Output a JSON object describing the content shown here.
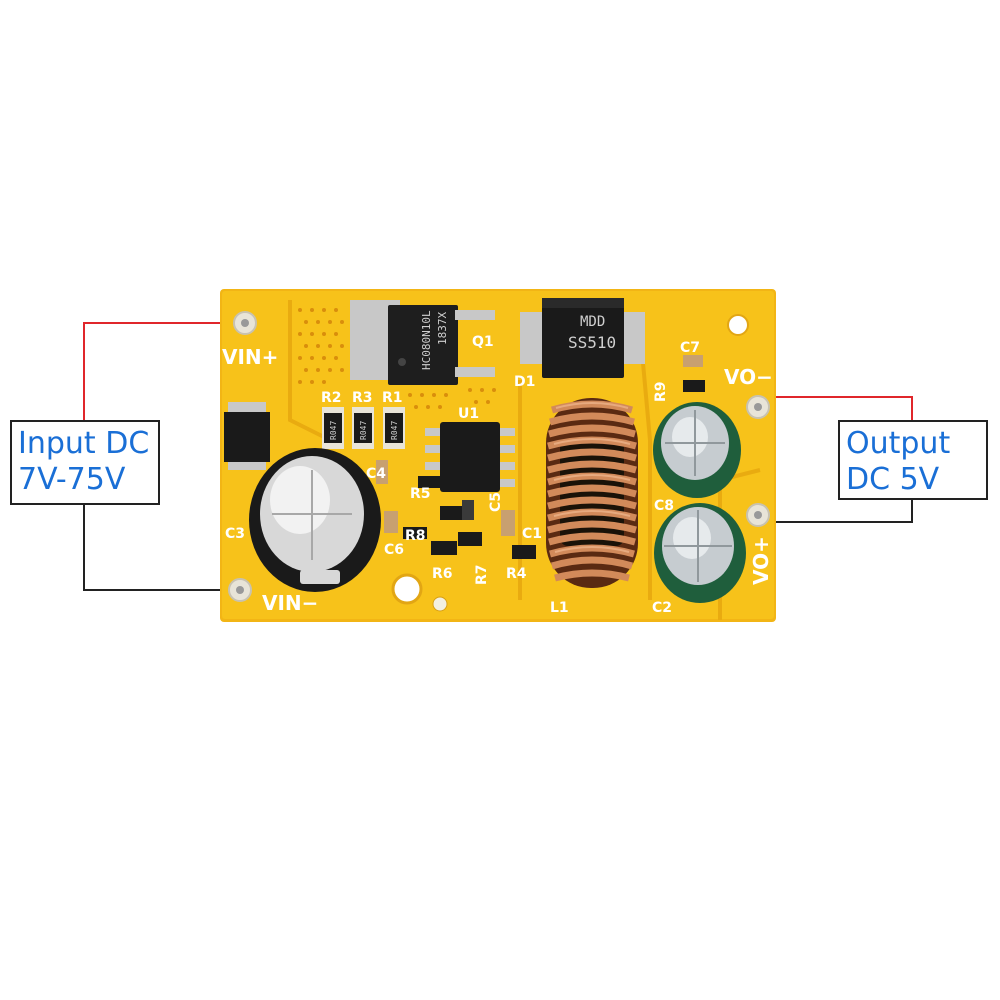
{
  "callouts": {
    "input": {
      "line1": "Input DC",
      "line2": "7V-75V"
    },
    "output": {
      "line1": "Output",
      "line2": "DC 5V"
    }
  },
  "board": {
    "terminals": {
      "vin_plus": "VIN+",
      "vin_minus": "VIN−",
      "vo_minus": "VO−",
      "vo_plus": "VO+"
    },
    "silkscreen": {
      "q1": "Q1",
      "d1": "D1",
      "u1": "U1",
      "l1": "L1",
      "c1": "C1",
      "c2": "C2",
      "c3": "C3",
      "c5": "C5",
      "c6": "C6",
      "c7": "C7",
      "c8": "C8",
      "c4": "C4",
      "r1": "R1",
      "r2": "R2",
      "r3": "R3",
      "r4": "R4",
      "r5": "R5",
      "r6": "R6",
      "r7": "R7",
      "r8": "R8",
      "r9": "R9"
    },
    "mosfet_marking": {
      "line1": "HC080N10L",
      "line2": "1837X"
    },
    "diode_marking": {
      "line1": "MDD",
      "line2": "SS510"
    },
    "resistor_markings": {
      "r2": "R047",
      "r3": "R047",
      "r1": "R047"
    },
    "colors": {
      "pcb": "#f7c21a",
      "wire_positive": "#e0262b",
      "wire_negative": "#222222",
      "callout_text": "#1a6fd6"
    }
  }
}
